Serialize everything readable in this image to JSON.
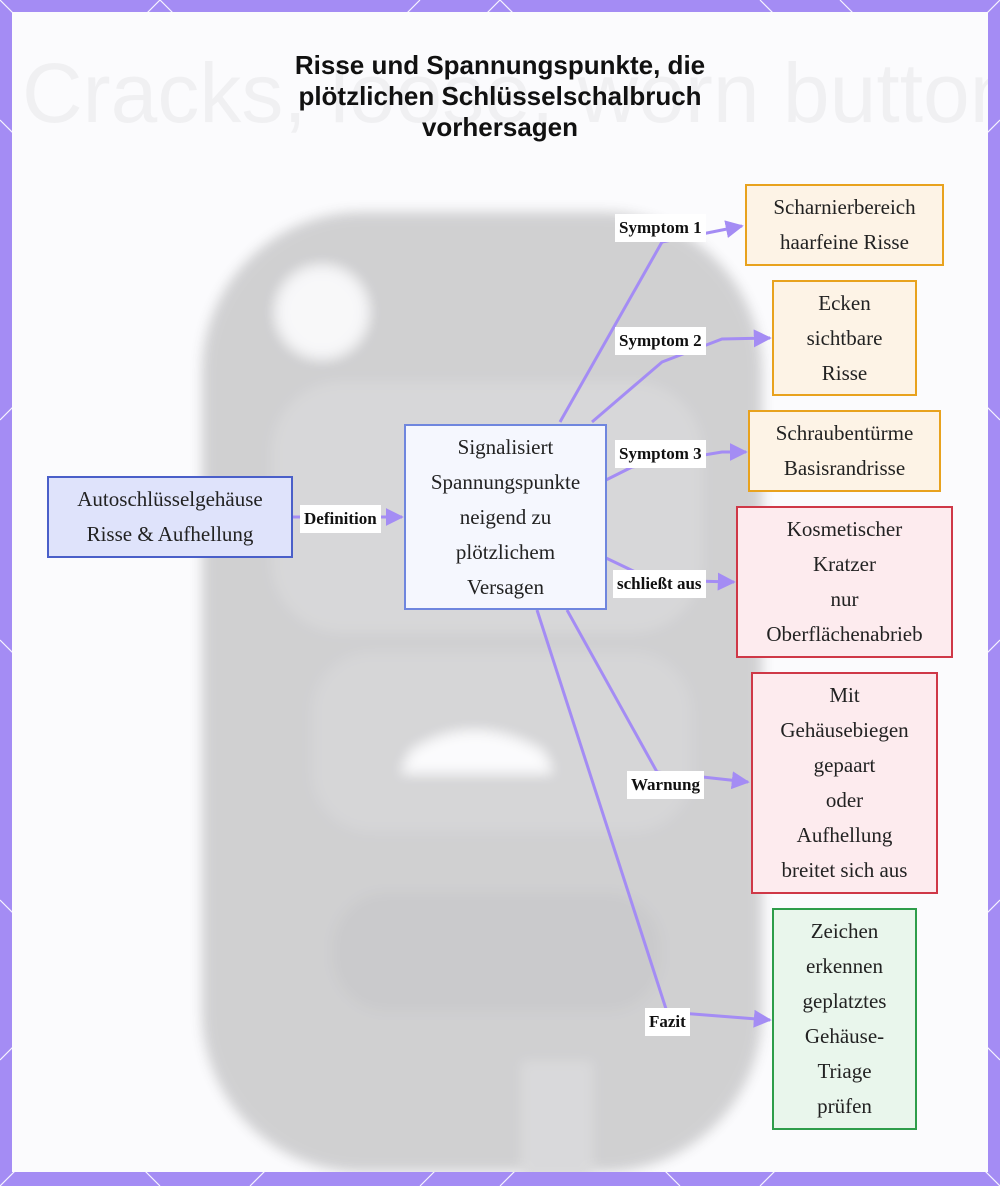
{
  "title": [
    "Risse und Spannungspunkte, die",
    "plötzlichen Schlüsselschalbruch",
    "vorhersagen"
  ],
  "colors": {
    "frame": "#a48cf4",
    "connector": "#a48cf4",
    "blue_border": "#4a5fc9",
    "orange_border": "#e8a21e",
    "red_border": "#cf3847",
    "green_border": "#2e9d4a"
  },
  "nodes": {
    "source": [
      "Autoschlüsselgehäuse",
      "Risse & Aufhellung"
    ],
    "definition": [
      "Signalisiert",
      "Spannungspunkte",
      "neigend zu",
      "plötzlichem",
      "Versagen"
    ],
    "symptom1": [
      "Scharnierbereich",
      "haarfeine Risse"
    ],
    "symptom2": [
      "Ecken",
      "sichtbare",
      "Risse"
    ],
    "symptom3": [
      "Schraubentürme",
      "Basisrandrisse"
    ],
    "excludes": [
      "Kosmetischer",
      "Kratzer",
      "nur",
      "Oberflächenabrieb"
    ],
    "warning": [
      "Mit",
      "Gehäusebiegen",
      "gepaart",
      "oder",
      "Aufhellung",
      "breitet sich aus"
    ],
    "conclusion": [
      "Zeichen",
      "erkennen",
      "geplatztes",
      "Gehäuse-",
      "Triage",
      "prüfen"
    ]
  },
  "edges": {
    "definition": "Definition",
    "symptom1": "Symptom 1",
    "symptom2": "Symptom 2",
    "symptom3": "Symptom 3",
    "excludes": "schließt aus",
    "warning": "Warnung",
    "conclusion": "Fazit"
  }
}
